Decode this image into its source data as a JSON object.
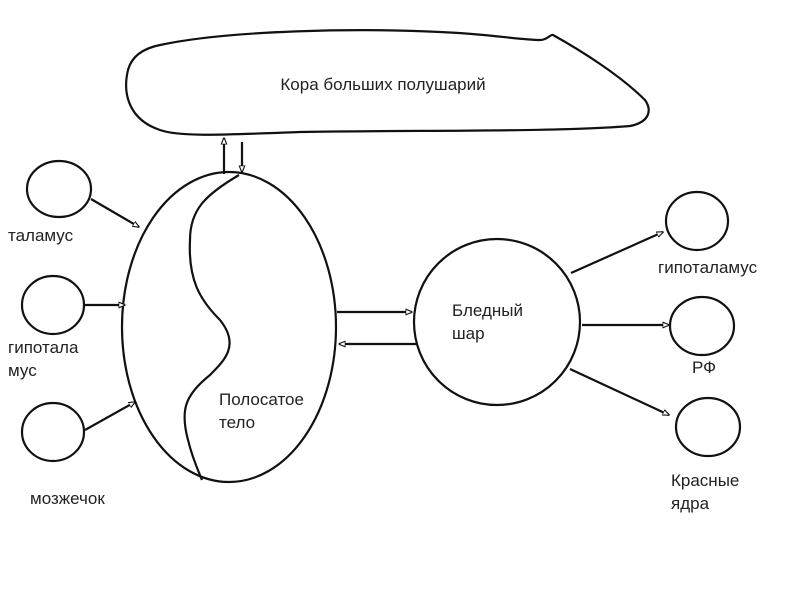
{
  "diagram": {
    "colors": {
      "stroke": "#111111",
      "text": "#222222",
      "background": "#ffffff"
    },
    "nodes": {
      "cortex": {
        "label": "Кора больших полушарий"
      },
      "striatum": {
        "label_line1": "Полосатое",
        "label_line2": "тело"
      },
      "globus_pallidus": {
        "label_line1": "Бледный",
        "label_line2": "шар"
      },
      "thalamus": {
        "label": "таламус"
      },
      "hypothalamus_left": {
        "label_line1": "гипотала",
        "label_line2": "мус"
      },
      "cerebellum": {
        "label": "мозжечок"
      },
      "hypothalamus_right": {
        "label": "гипоталамус"
      },
      "reticular_formation": {
        "label": "РФ"
      },
      "red_nuclei": {
        "label_line1": "Красные",
        "label_line2": "ядра"
      }
    },
    "edges": [
      {
        "from": "striatum",
        "to": "cortex"
      },
      {
        "from": "cortex",
        "to": "striatum"
      },
      {
        "from": "thalamus",
        "to": "striatum"
      },
      {
        "from": "hypothalamus_left",
        "to": "striatum"
      },
      {
        "from": "cerebellum",
        "to": "striatum"
      },
      {
        "from": "striatum",
        "to": "globus_pallidus"
      },
      {
        "from": "globus_pallidus",
        "to": "striatum"
      },
      {
        "from": "globus_pallidus",
        "to": "hypothalamus_right"
      },
      {
        "from": "globus_pallidus",
        "to": "reticular_formation"
      },
      {
        "from": "globus_pallidus",
        "to": "red_nuclei"
      }
    ]
  }
}
